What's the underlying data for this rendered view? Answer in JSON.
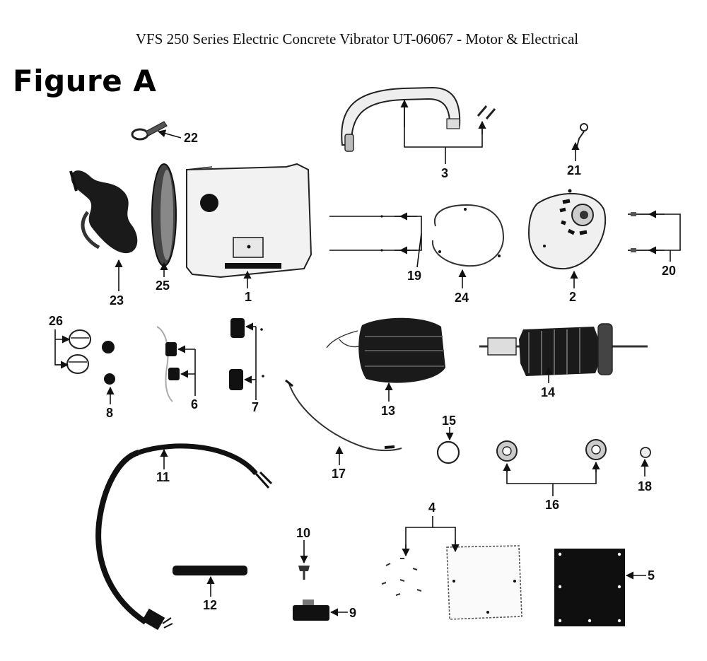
{
  "title": "VFS 250 Series Electric Concrete Vibrator UT-06067 - Motor & Electrical",
  "figure_label": "Figure A",
  "callouts": [
    "1",
    "2",
    "3",
    "4",
    "5",
    "6",
    "7",
    "8",
    "9",
    "10",
    "11",
    "12",
    "13",
    "14",
    "15",
    "16",
    "17",
    "18",
    "19",
    "20",
    "21",
    "22",
    "23",
    "24",
    "25",
    "26"
  ]
}
